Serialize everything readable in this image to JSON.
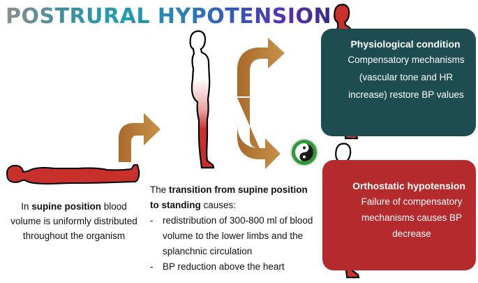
{
  "title": "POSTRURAL HYPOTENSION",
  "supine": {
    "pre": "In ",
    "bold": "supine position",
    "post": " blood volume is uniformly distributed throughout the organism"
  },
  "transition": {
    "pre": "The ",
    "bold": "transition from supine position to standing",
    "post": " causes:",
    "items": [
      "redistribution of 300-800 ml of blood volume to the lower limbs and the splanchnic circulation",
      "BP reduction above the heart"
    ]
  },
  "physiological": {
    "title": "Physiological condition",
    "body": "Compensatory mechanisms (vascular tone and HR increase) restore BP values"
  },
  "orthostatic": {
    "title": "Orthostatic hypotension",
    "body": "Failure of compensatory mechanisms causes BP decrease"
  },
  "colors": {
    "physiological_box": "#1d4d50",
    "orthostatic_box": "#b52a2c",
    "body_red": "#c8302c",
    "arrow": "#b87b3a"
  },
  "icons": [
    "lying-body-figure",
    "standing-body-figure",
    "yin-yang-icon",
    "curved-arrow"
  ]
}
